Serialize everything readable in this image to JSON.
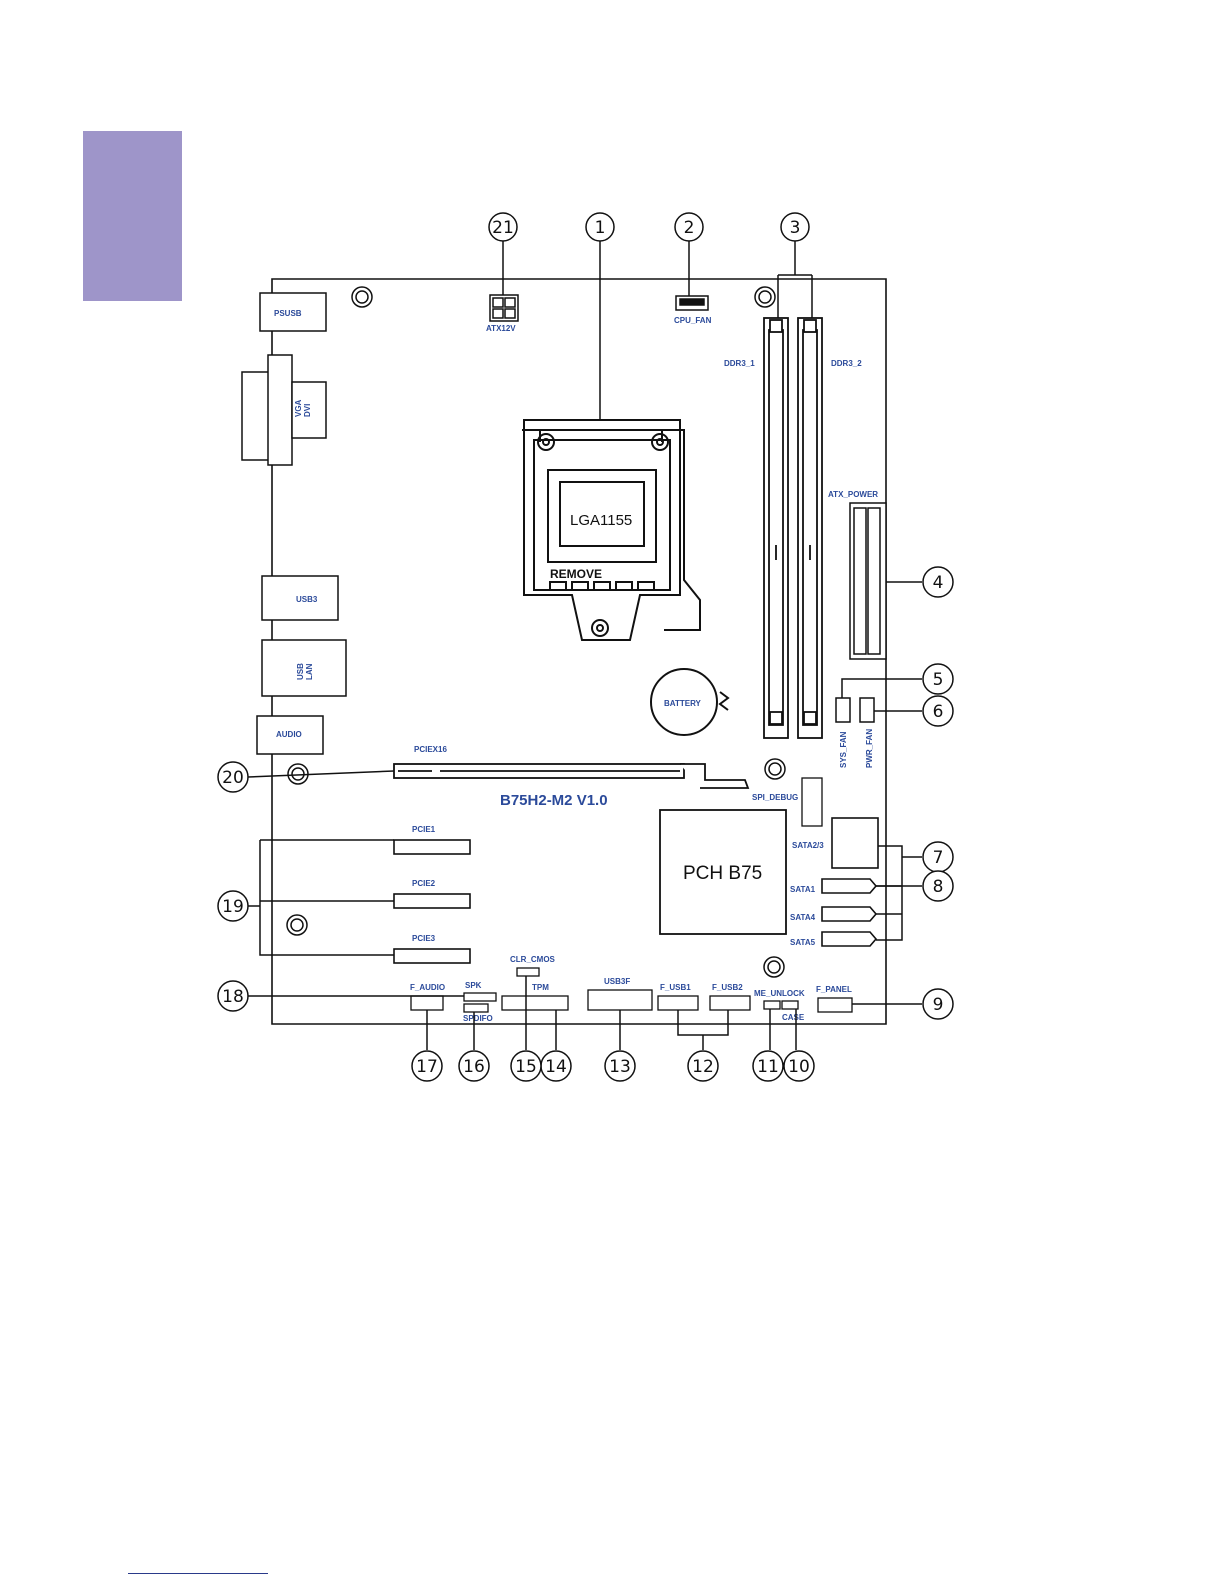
{
  "board": {
    "model": "B75H2-M2 V1.0",
    "socket": "LGA1155",
    "socket_remove": "REMOVE",
    "chipset": "PCH B75",
    "battery": "BATTERY"
  },
  "labels": {
    "psusb": "PSUSB",
    "vga": "VGA",
    "dvi": "DVI",
    "usb3": "USB3",
    "usb": "USB",
    "lan": "LAN",
    "audio": "AUDIO",
    "atx12v": "ATX12V",
    "cpu_fan": "CPU_FAN",
    "ddr3_1": "DDR3_1",
    "ddr3_2": "DDR3_2",
    "atx_power": "ATX_POWER",
    "sys_fan": "SYS_FAN",
    "pwr_fan": "PWR_FAN",
    "pciex16": "PCIEX16",
    "spi_debug": "SPI_DEBUG",
    "sata23": "SATA2/3",
    "sata1": "SATA1",
    "sata4": "SATA4",
    "sata5": "SATA5",
    "pcie1": "PCIE1",
    "pcie2": "PCIE2",
    "pcie3": "PCIE3",
    "clr_cmos": "CLR_CMOS",
    "spk": "SPK",
    "spdifo": "SPDIFO",
    "f_audio": "F_AUDIO",
    "tpm": "TPM",
    "usb3f": "USB3F",
    "f_usb1": "F_USB1",
    "f_usb2": "F_USB2",
    "me_unlock": "ME_UNLOCK",
    "case": "CASE",
    "f_panel": "F_PANEL"
  },
  "callouts": [
    "1",
    "2",
    "3",
    "4",
    "5",
    "6",
    "7",
    "8",
    "9",
    "10",
    "11",
    "12",
    "13",
    "14",
    "15",
    "16",
    "17",
    "18",
    "19",
    "20",
    "21"
  ]
}
